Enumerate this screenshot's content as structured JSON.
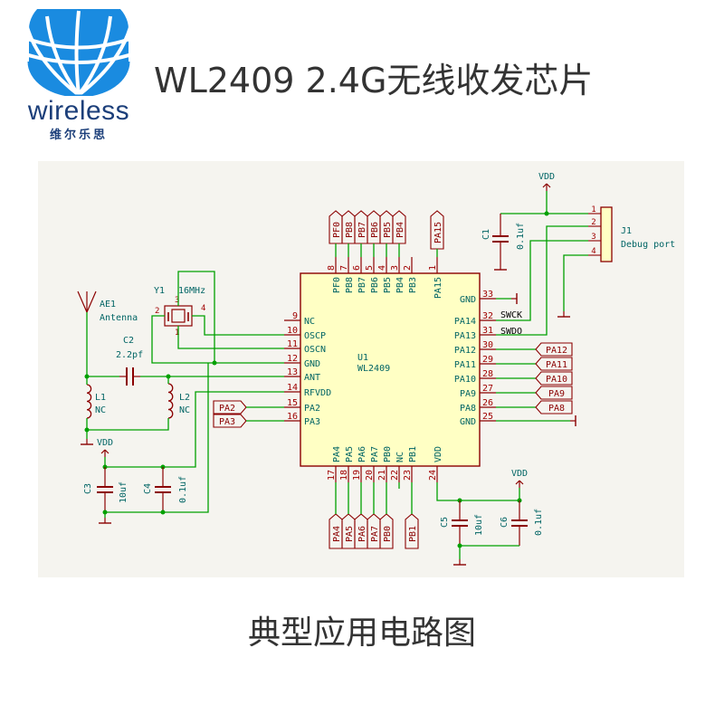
{
  "logo": {
    "word": "wireless",
    "cn": "维尔乐思"
  },
  "title": "WL2409 2.4G无线收发芯片",
  "subtitle": "典型应用电路图",
  "colors": {
    "wire": "#00a000",
    "outline": "#8b0000",
    "body": "#ffffc4",
    "pinnum": "#a00000",
    "pinname": "#006464",
    "ref": "#006464",
    "bg": "#f5f4ef"
  },
  "schematic": {
    "chip": {
      "ref": "U1",
      "value": "WL2409"
    },
    "left_pins": [
      {
        "num": "9",
        "name": "NC"
      },
      {
        "num": "10",
        "name": "OSCP"
      },
      {
        "num": "11",
        "name": "OSCN"
      },
      {
        "num": "12",
        "name": "GND"
      },
      {
        "num": "13",
        "name": "ANT"
      },
      {
        "num": "14",
        "name": "RFVDD"
      },
      {
        "num": "15",
        "name": "PA2"
      },
      {
        "num": "16",
        "name": "PA3"
      }
    ],
    "right_pins": [
      {
        "num": "33",
        "name": "GND"
      },
      {
        "num": "32",
        "name": "PA14"
      },
      {
        "num": "31",
        "name": "PA13"
      },
      {
        "num": "30",
        "name": "PA12"
      },
      {
        "num": "29",
        "name": "PA11"
      },
      {
        "num": "28",
        "name": "PA10"
      },
      {
        "num": "27",
        "name": "PA9"
      },
      {
        "num": "26",
        "name": "PA8"
      },
      {
        "num": "25",
        "name": "GND"
      }
    ],
    "top_pins": [
      {
        "num": "8",
        "name": "PF0"
      },
      {
        "num": "7",
        "name": "PB8"
      },
      {
        "num": "6",
        "name": "PB7"
      },
      {
        "num": "5",
        "name": "PB6"
      },
      {
        "num": "4",
        "name": "PB5"
      },
      {
        "num": "3",
        "name": "PB4"
      },
      {
        "num": "2",
        "name": "PB3"
      },
      {
        "num": "1",
        "name": "PA15"
      }
    ],
    "bottom_pins": [
      {
        "num": "17",
        "name": "PA4"
      },
      {
        "num": "18",
        "name": "PA5"
      },
      {
        "num": "19",
        "name": "PA6"
      },
      {
        "num": "20",
        "name": "PA7"
      },
      {
        "num": "21",
        "name": "PB0"
      },
      {
        "num": "22",
        "name": "NC"
      },
      {
        "num": "23",
        "name": "PB1"
      },
      {
        "num": "24",
        "name": "VDD"
      }
    ],
    "top_labels": [
      "PF0",
      "PB8",
      "PB7",
      "PB6",
      "PB5",
      "PB4",
      "PA15"
    ],
    "bottom_labels": [
      "PA4",
      "PA5",
      "PA6",
      "PA7",
      "PB0",
      "PB1"
    ],
    "right_labels": [
      "PA12",
      "PA11",
      "PA10",
      "PA9",
      "PA8"
    ],
    "left_labels": [
      "PA2",
      "PA3"
    ],
    "swck": "SWCK",
    "swdo": "SWDO",
    "vdd": "VDD",
    "connector": {
      "ref": "J1",
      "value": "Debug port",
      "pins": [
        "1",
        "2",
        "3",
        "4"
      ]
    },
    "crystal": {
      "ref": "Y1",
      "value": "16MHz",
      "pins": [
        "1",
        "2",
        "3",
        "4"
      ]
    },
    "antenna": {
      "ref": "AE1",
      "value": "Antenna"
    },
    "c2": {
      "ref": "C2",
      "value": "2.2pf"
    },
    "l1": {
      "ref": "L1",
      "value": "NC"
    },
    "l2": {
      "ref": "L2",
      "value": "NC"
    },
    "c1": {
      "ref": "C1",
      "value": "0.1uf"
    },
    "c3": {
      "ref": "C3",
      "value": "10uf"
    },
    "c4": {
      "ref": "C4",
      "value": "0.1uf"
    },
    "c5": {
      "ref": "C5",
      "value": "10uf"
    },
    "c6": {
      "ref": "C6",
      "value": "0.1uf"
    }
  }
}
